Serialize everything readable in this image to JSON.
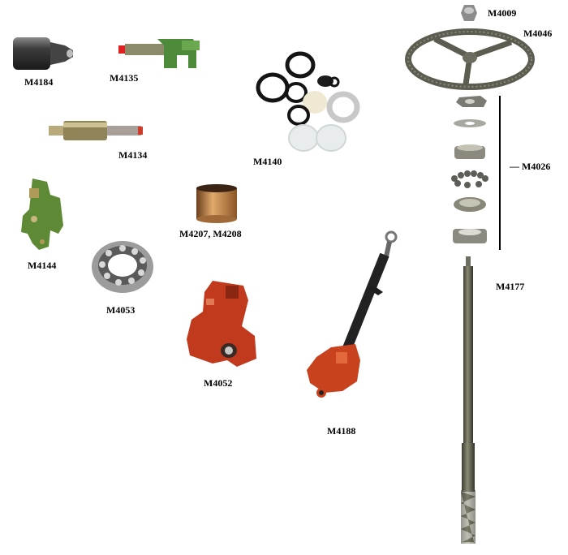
{
  "parts": {
    "m4184": "M4184",
    "m4135": "M4135",
    "m4134": "M4134",
    "m4140": "M4140",
    "m4144": "M4144",
    "m4207_m4208": "M4207, M4208",
    "m4053": "M4053",
    "m4052": "M4052",
    "m4188": "M4188",
    "m4009": "M4009",
    "m4046": "M4046",
    "m4026": "— M4026",
    "m4177": "M4177"
  }
}
